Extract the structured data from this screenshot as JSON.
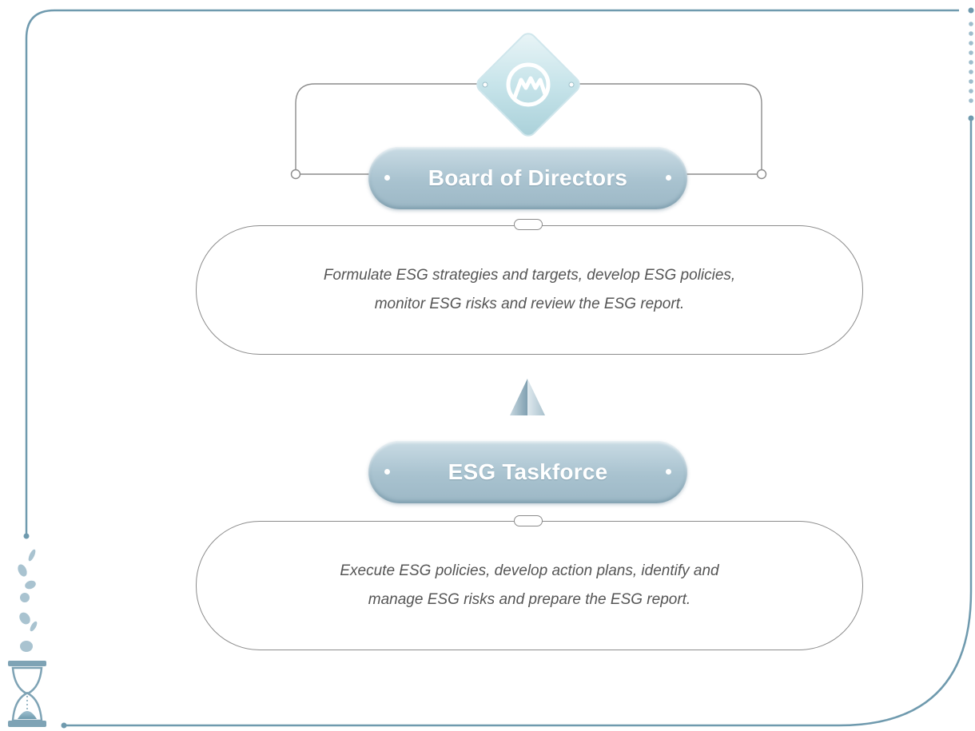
{
  "diagram": {
    "top_node": {
      "title": "Board of Directors",
      "description_lines": [
        "Formulate ESG strategies and targets, develop ESG policies,",
        "monitor ESG risks and review the ESG report."
      ]
    },
    "bottom_node": {
      "title": "ESG Taskforce",
      "description_lines": [
        "Execute ESG policies, develop action plans, identify and",
        "manage ESG risks and prepare the ESG report."
      ]
    },
    "arrow_direction": "up"
  },
  "colors": {
    "frame": "#6f9aae",
    "pill": "#a8c2cf",
    "outline": "#8c8c8c",
    "text": "#555555"
  },
  "icons": [
    "company-logo-icon",
    "hourglass-icon",
    "coins-icon",
    "up-arrow-icon"
  ]
}
